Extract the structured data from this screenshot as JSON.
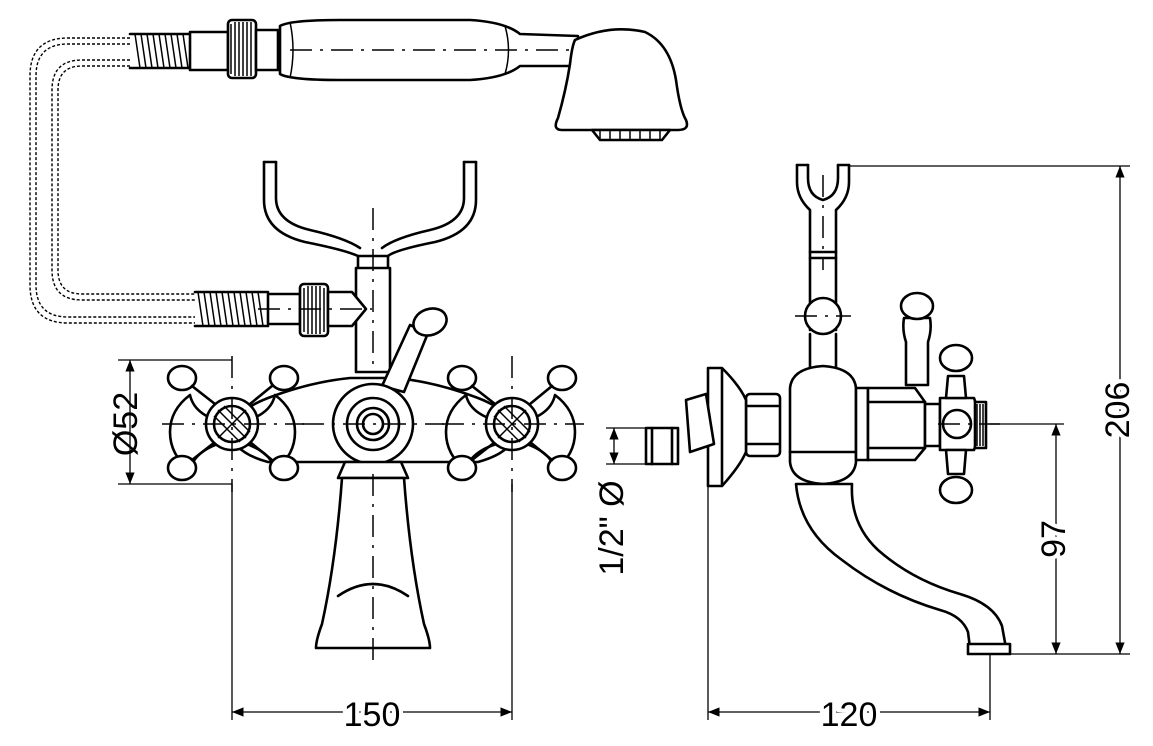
{
  "dimensions": {
    "flange_diameter": "Ø52",
    "center_distance": "150",
    "depth": "120",
    "spout_height": "97",
    "total_height": "206",
    "inlet_thread": "1/2\" Ø"
  }
}
